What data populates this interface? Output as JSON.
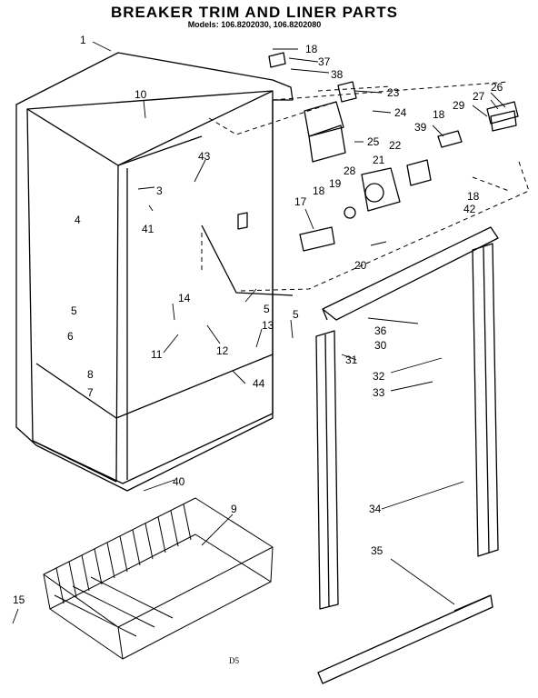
{
  "title": "BREAKER TRIM AND LINER PARTS",
  "models": "Models: 106.8202030, 106.8202080",
  "page_code": "D5",
  "callouts": [
    "1",
    "18",
    "37",
    "38",
    "10",
    "23",
    "24",
    "26",
    "27",
    "29",
    "18",
    "39",
    "25",
    "22",
    "43",
    "28",
    "21",
    "3",
    "18",
    "19",
    "17",
    "4",
    "41",
    "18",
    "42",
    "20",
    "14",
    "5",
    "5",
    "36",
    "5",
    "6",
    "13",
    "30",
    "11",
    "12",
    "31",
    "8",
    "44",
    "32",
    "33",
    "7",
    "40",
    "34",
    "9",
    "35",
    "15"
  ]
}
